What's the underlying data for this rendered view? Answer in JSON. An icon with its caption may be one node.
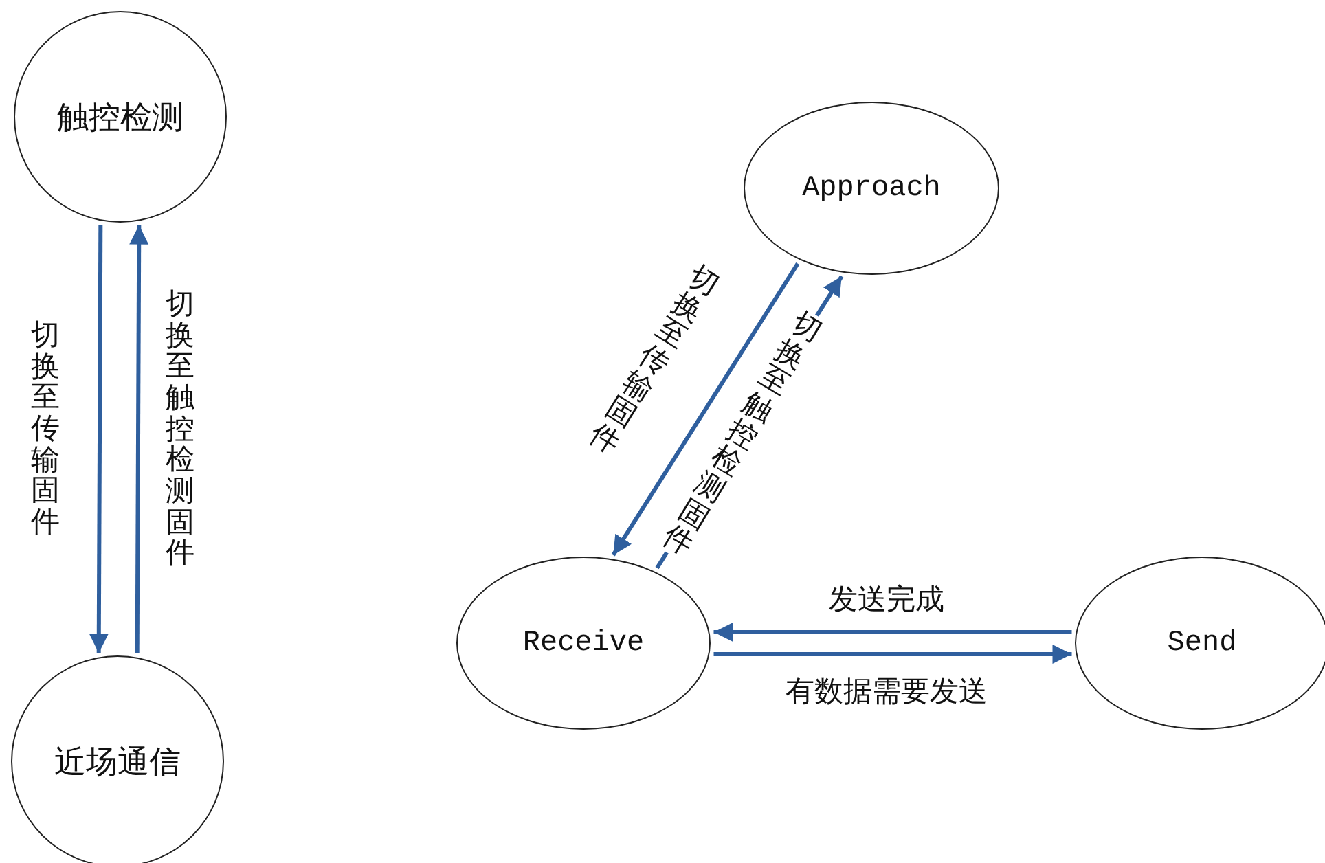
{
  "diagram": {
    "nodes": [
      {
        "text": [
          "触控检测"
        ]
      },
      {
        "text": [
          "近场通信"
        ]
      },
      {
        "text": [
          "Approach"
        ]
      },
      {
        "text": [
          "Receive"
        ]
      },
      {
        "text": [
          "Send"
        ]
      }
    ],
    "edges": [
      {
        "from": 0,
        "to": 1,
        "arrow": "to",
        "label": "切换至传输固件"
      },
      {
        "from": 1,
        "to": 0,
        "arrow": "to",
        "label": "切换至触控检测固件"
      },
      {
        "from": 2,
        "to": 3,
        "arrow": "to",
        "label": "切换至传输固件"
      },
      {
        "from": 3,
        "to": 2,
        "arrow": "to",
        "label": "切换至触控检测固件"
      },
      {
        "from": 4,
        "to": 3,
        "arrow": "to",
        "label": "发送完成"
      },
      {
        "from": 3,
        "to": 4,
        "arrow": "to",
        "label": "有数据需要发送"
      }
    ]
  }
}
